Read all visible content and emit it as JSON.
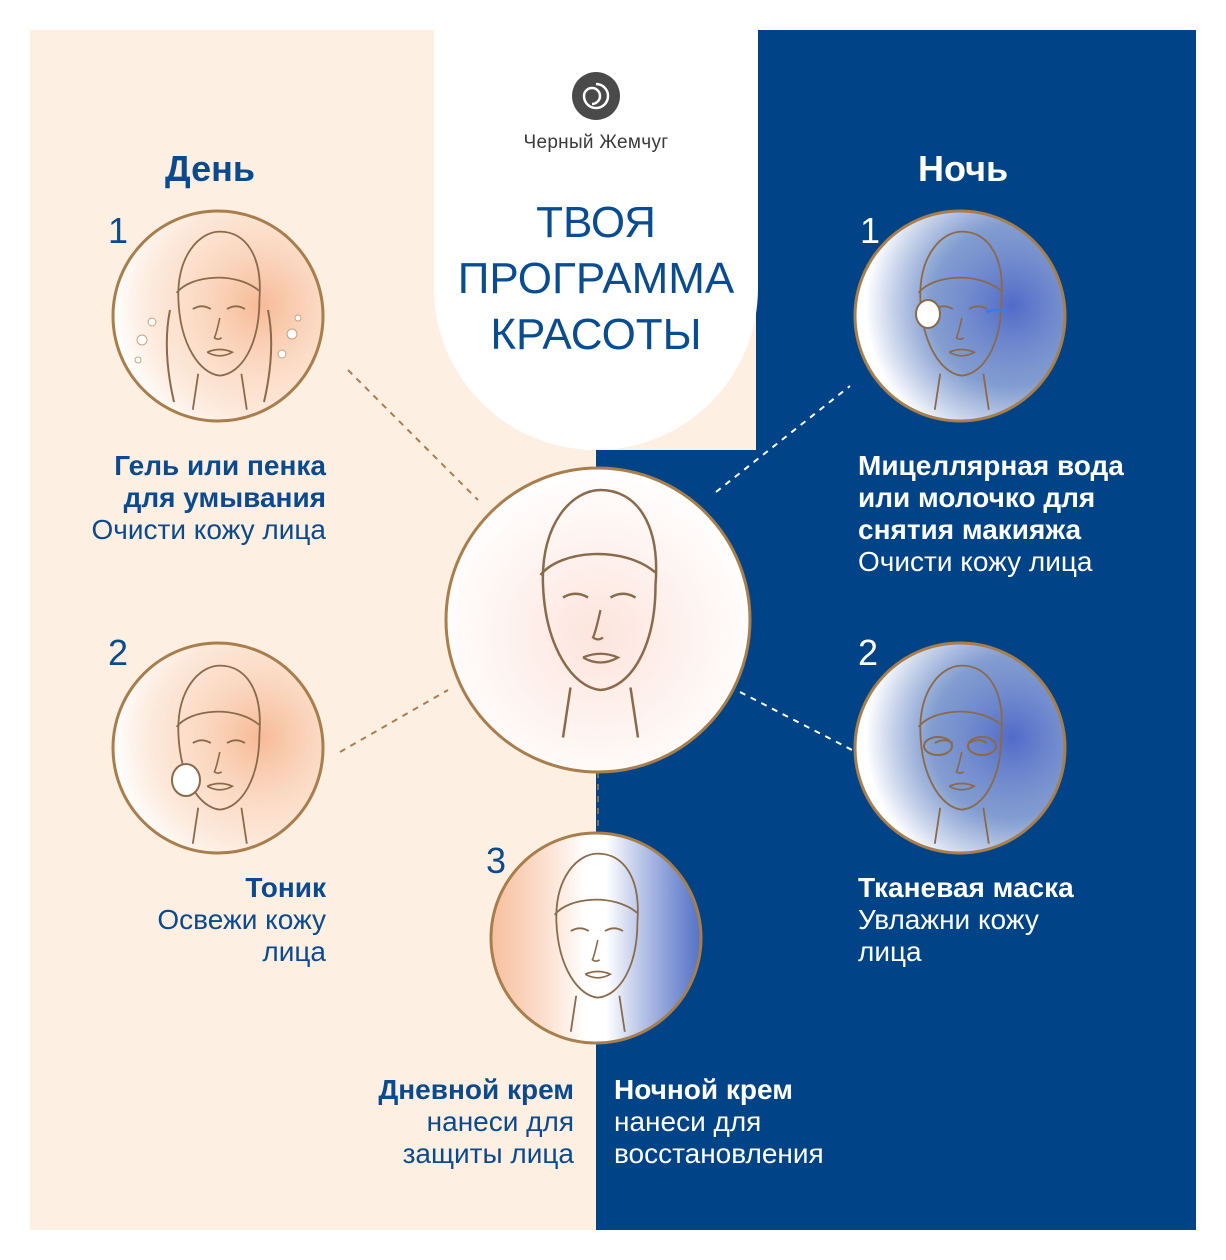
{
  "brand": {
    "name": "Черный Жемчуг"
  },
  "program_title": [
    "ТВОЯ",
    "ПРОГРАММА",
    "КРАСОТЫ"
  ],
  "day": {
    "title": "День",
    "steps": [
      {
        "num": "1",
        "title_lines": [
          "Гель или пенка",
          "для умывания"
        ],
        "desc_lines": [
          "Очисти кожу лица"
        ]
      },
      {
        "num": "2",
        "title_lines": [
          "Тоник"
        ],
        "desc_lines": [
          "Освежи кожу",
          "лица"
        ]
      },
      {
        "num": "3",
        "title_lines": [
          "Дневной крем"
        ],
        "desc_lines": [
          "нанеси для",
          "защиты лица"
        ]
      }
    ]
  },
  "night": {
    "title": "Ночь",
    "steps": [
      {
        "num": "1",
        "title_lines": [
          "Мицеллярная вода",
          "или молочко для",
          "снятия макияжа"
        ],
        "desc_lines": [
          "Очисти кожу лица"
        ]
      },
      {
        "num": "2",
        "title_lines": [
          "Тканевая маска"
        ],
        "desc_lines": [
          "Увлажни кожу",
          "лица"
        ]
      },
      {
        "title_lines": [
          "Ночной крем"
        ],
        "desc_lines": [
          "нанеси для",
          "восстановления"
        ]
      }
    ]
  },
  "colors": {
    "day_bg": "#fdefe2",
    "night_bg": "#004386",
    "accent_blue": "#0b4a8f",
    "circle_stroke": "#a97e4d",
    "day_glow": "#f6b48e",
    "night_glow": "#6a7fd6"
  },
  "icons": [
    "brand-logo-icon",
    "face-washing-illustration",
    "face-toner-illustration",
    "face-day-cream-illustration",
    "face-micellar-illustration",
    "face-sheet-mask-illustration",
    "face-center-illustration"
  ]
}
